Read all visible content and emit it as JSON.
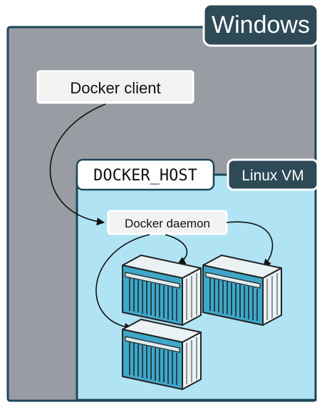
{
  "labels": {
    "windows": "Windows",
    "docker_client": "Docker client",
    "docker_host": "DOCKER_HOST",
    "linux_vm": "Linux VM",
    "docker_daemon": "Docker daemon"
  },
  "colors": {
    "windows_bg": "#9a9ca4",
    "windows_border": "#1d4658",
    "linux_bg": "#b0e4f4",
    "linux_border": "#1d4658",
    "tag_bg": "#2e4a57",
    "tag_text": "#ffffff",
    "box_bg": "#f2f2f2",
    "container_blue": "#3fa7c9",
    "container_light": "#e6eef0"
  },
  "icons": {
    "container": "shipping-container-icon"
  }
}
